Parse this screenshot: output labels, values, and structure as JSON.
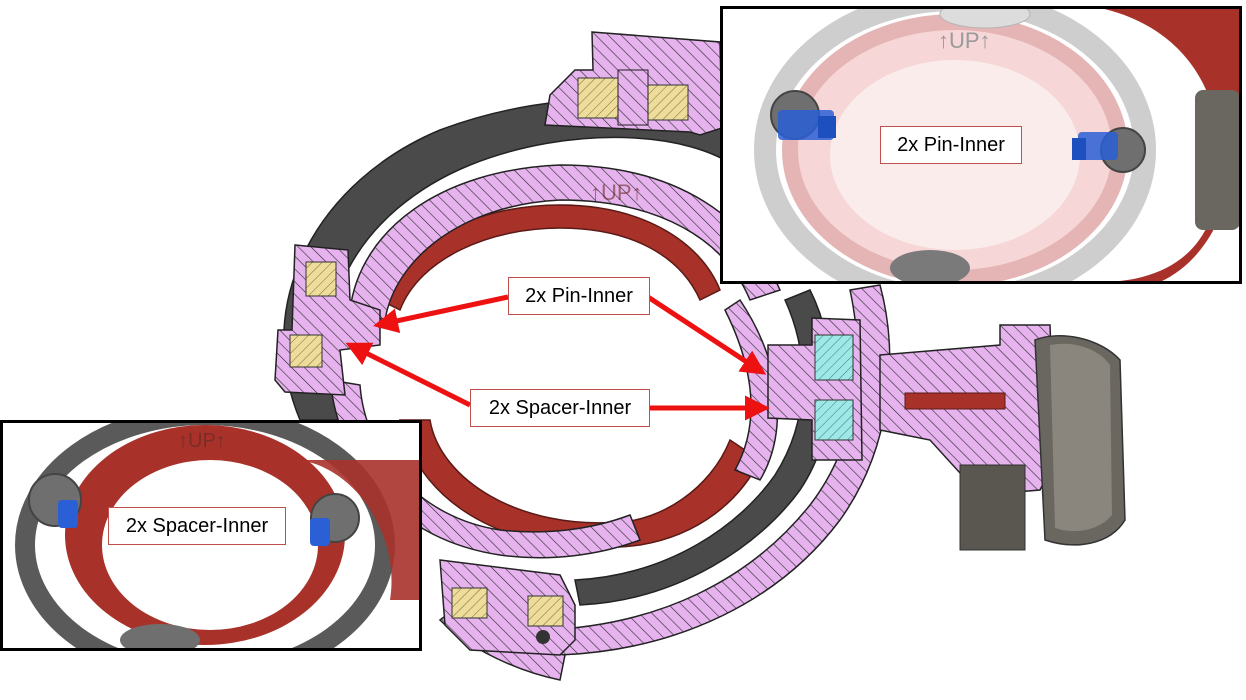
{
  "callouts": {
    "pin_inner_main": "2x Pin-Inner",
    "spacer_inner_main": "2x Spacer-Inner",
    "pin_inner_inset": "2x Pin-Inner",
    "spacer_inner_inset": "2x Spacer-Inner"
  },
  "embossed_text": {
    "up_mark": "↑UP↑"
  },
  "colors": {
    "section_fill": "#e6b3ee",
    "hatch": "#2a2a2a",
    "ring_dark": "#4a4a4a",
    "ring_red": "#a8312a",
    "arrow_red": "#ee1111",
    "callout_border": "#c0504d",
    "bearing_tan": "#eedc9a",
    "bearing_cyan": "#9fe8e8",
    "pin_blue": "#2a5fd6"
  }
}
